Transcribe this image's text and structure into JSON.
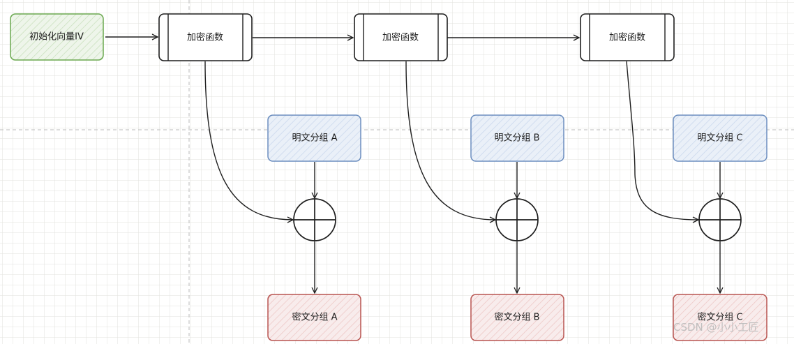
{
  "colors": {
    "iv": "#6aa84f",
    "encrypt": "#1e1e1e",
    "plaintext": "#6c8ebf",
    "ciphertext": "#b85450"
  },
  "iv": {
    "label": "初始化向量IV"
  },
  "encrypt": [
    {
      "label": "加密函数"
    },
    {
      "label": "加密函数"
    },
    {
      "label": "加密函数"
    }
  ],
  "plaintext": [
    {
      "label": "明文分组 A"
    },
    {
      "label": "明文分组 B"
    },
    {
      "label": "明文分组 C"
    }
  ],
  "xor": [
    {
      "symbol": "xor-icon"
    },
    {
      "symbol": "xor-icon"
    },
    {
      "symbol": "xor-icon"
    }
  ],
  "ciphertext": [
    {
      "label": "密文分组 A"
    },
    {
      "label": "密文分组 B"
    },
    {
      "label": "密文分组 C"
    }
  ],
  "watermark": "CSDN @小小工匠"
}
